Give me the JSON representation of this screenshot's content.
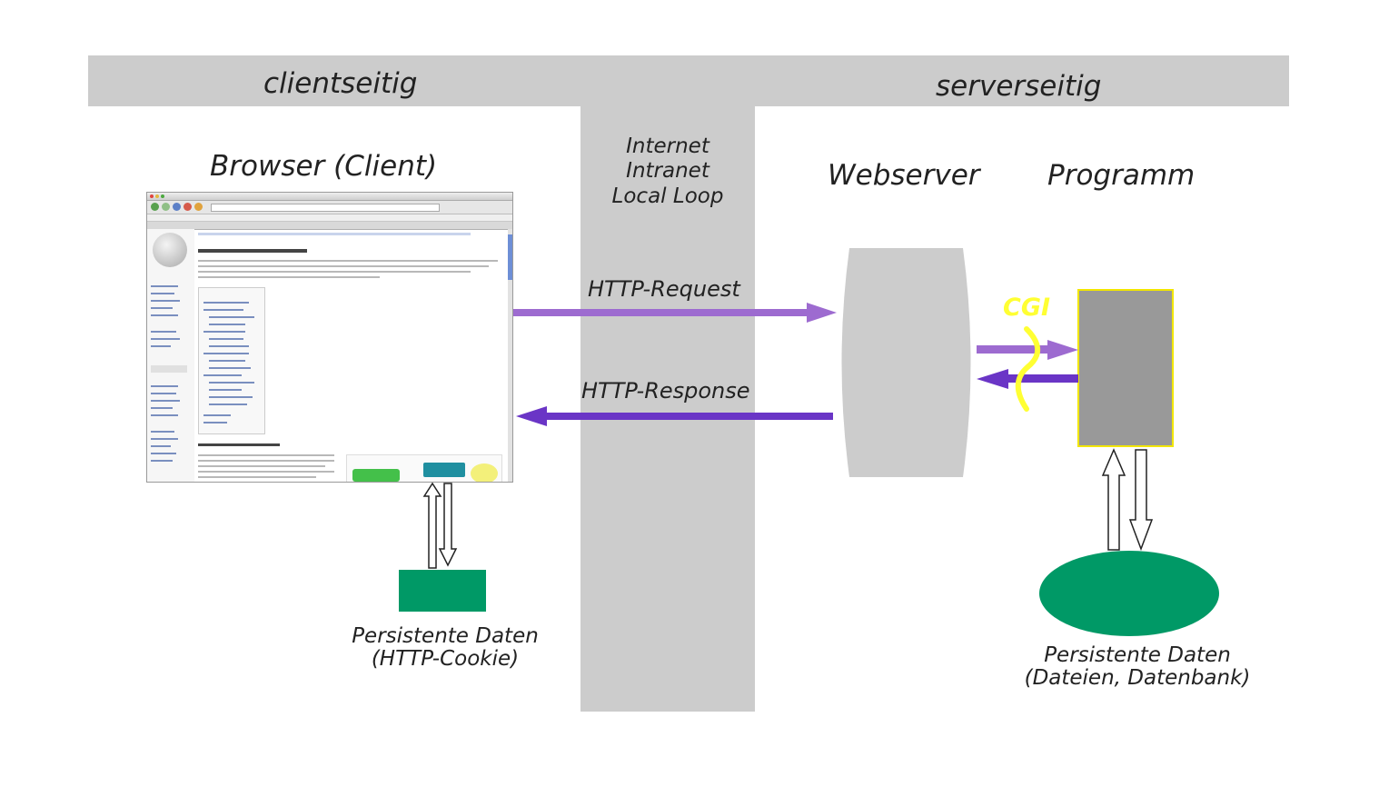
{
  "header": {
    "client_label": "clientseitig",
    "server_label": "serverseitig"
  },
  "network": {
    "line1": "Internet",
    "line2": "Intranet",
    "line3": "Local Loop"
  },
  "client": {
    "browser_title": "Browser (Client)",
    "storage_label_line1": "Persistente Daten",
    "storage_label_line2": "(HTTP-Cookie)"
  },
  "server": {
    "webserver_title": "Webserver",
    "program_title": "Programm",
    "cgi_label": "CGI",
    "storage_label_line1": "Persistente Daten",
    "storage_label_line2": "(Dateien, Datenbank)"
  },
  "flows": {
    "request_label": "HTTP-Request",
    "response_label": "HTTP-Response"
  },
  "colors": {
    "band": "#cccccc",
    "request_arrow": "#9d6bd0",
    "response_arrow": "#6a35c6",
    "storage": "#009966",
    "program_box": "#999999",
    "program_border": "#f2e600",
    "cgi": "#ffff33",
    "webserver": "#cccccc"
  }
}
